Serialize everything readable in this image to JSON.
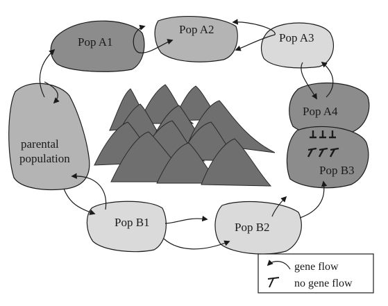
{
  "populations": {
    "a1": "Pop A1",
    "a2": "Pop A2",
    "a3": "Pop A3",
    "a4": "Pop A4",
    "b1": "Pop B1",
    "b2": "Pop B2",
    "b3": "Pop B3",
    "parental_line1": "parental",
    "parental_line2": "population"
  },
  "legend": {
    "gene_flow": "gene flow",
    "no_gene_flow": "no gene flow"
  },
  "colors": {
    "dark": "#8c8c8c",
    "mid": "#b4b4b4",
    "light": "#dadada",
    "mountain": "#6f6f6f",
    "stroke": "#1a1a1a"
  }
}
